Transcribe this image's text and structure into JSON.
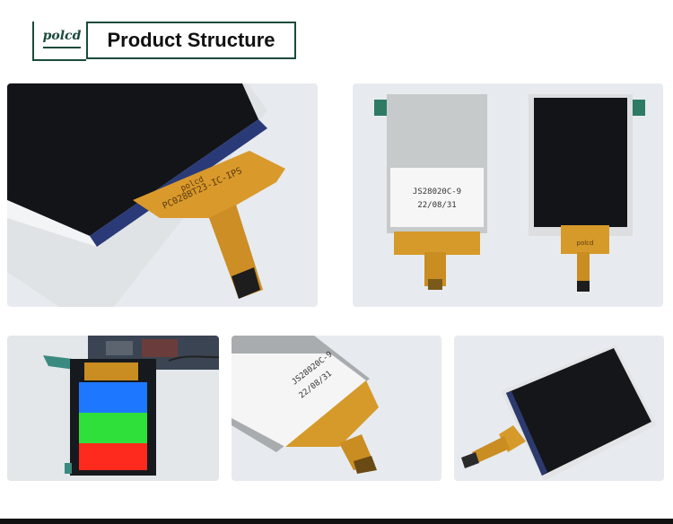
{
  "header": {
    "logo_text": "polcd",
    "title": "Product Structure"
  },
  "photos": [
    {
      "name": "photo-lcd-angled-fpc",
      "fpc_label_1": "polcd",
      "fpc_label_2": "PC028BT23-IC-IPS"
    },
    {
      "name": "photo-lcd-back-and-front",
      "back_label_1": "JS28020C-9",
      "back_label_2": "22/08/31",
      "fpc_label": "polcd"
    },
    {
      "name": "photo-lcd-rgb-test"
    },
    {
      "name": "photo-lcd-back-closeup",
      "back_label_1": "JS28020C-9",
      "back_label_2": "22/08/31"
    },
    {
      "name": "photo-lcd-front-angled"
    }
  ],
  "colors": {
    "brand": "#1a4a3c",
    "fpc": "#d69a2a",
    "panel_black": "#111418",
    "rgb_blue": "#1e78ff",
    "rgb_green": "#2fe03a",
    "rgb_red": "#ff2a1e"
  }
}
